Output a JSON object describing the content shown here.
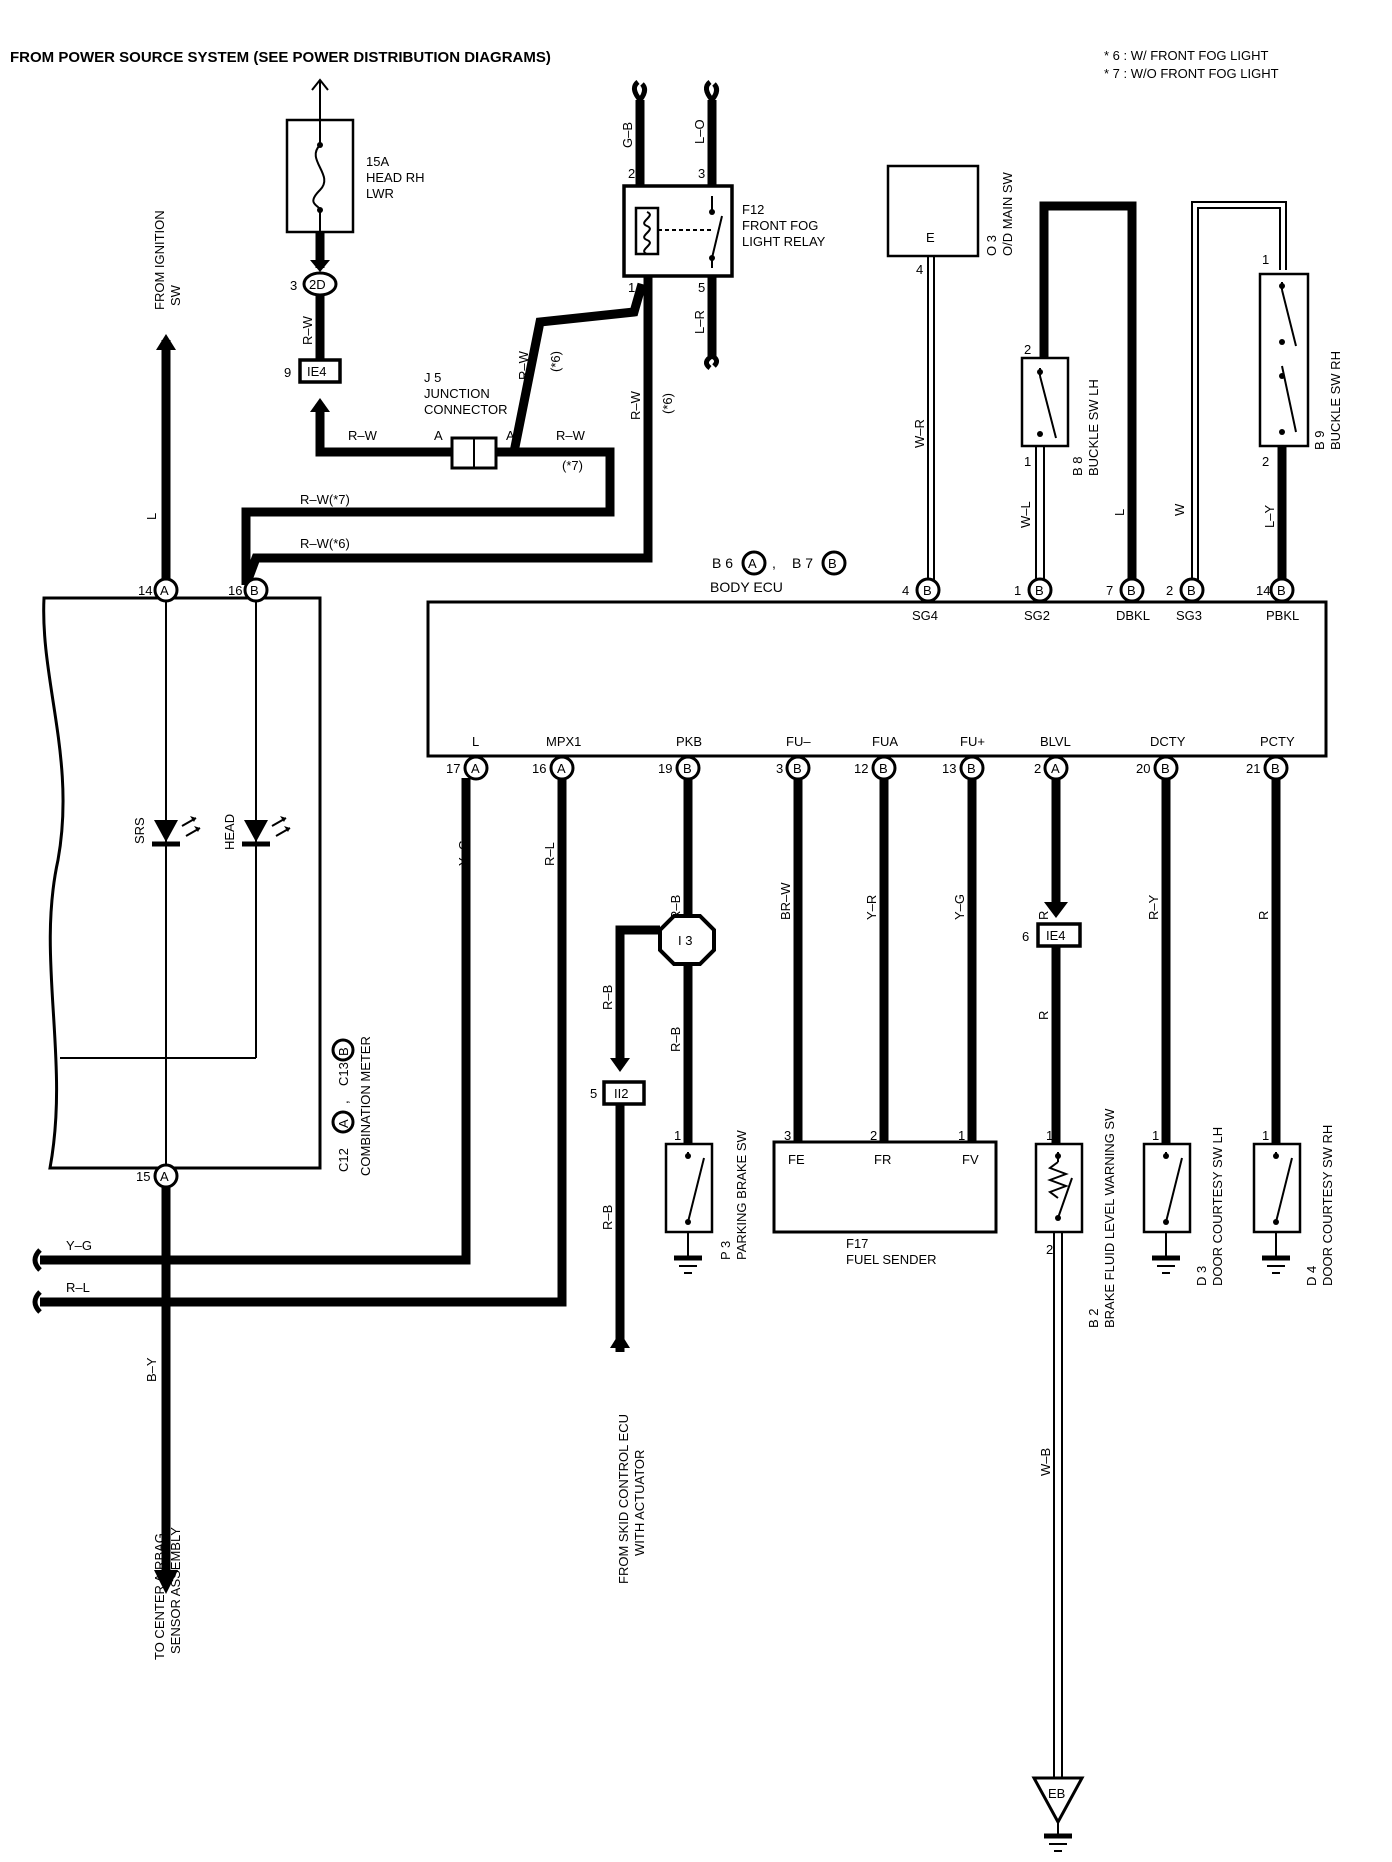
{
  "header": {
    "title": "FROM POWER SOURCE SYSTEM (SEE POWER DISTRIBUTION DIAGRAMS)",
    "note_6": "* 6 : W/ FRONT FOG LIGHT",
    "note_7": "* 7 : W/O FRONT FOG LIGHT"
  },
  "fuse": {
    "l1": "15A",
    "l2": "HEAD RH",
    "l3": "LWR"
  },
  "relay": {
    "l1": "F12",
    "l2": "FRONT FOG",
    "l3": "LIGHT RELAY",
    "p2": "2",
    "p3": "3",
    "p1": "1",
    "p5": "5",
    "wire_gb": "G–B",
    "wire_lo": "L–O",
    "wire_lr": "L–R"
  },
  "ignition": {
    "l1": "FROM IGNITION",
    "l2": "SW",
    "wire": "L"
  },
  "conn_2d": {
    "pin": "3",
    "label": "2D"
  },
  "conn_ie4_top": {
    "pin": "9",
    "label": "IE4"
  },
  "jc": {
    "l1": "J 5",
    "l2": "JUNCTION",
    "l3": "CONNECTOR",
    "pa": "A",
    "pb": "A"
  },
  "wires_top": {
    "rw_vert": "R–W",
    "rw_left": "R–W",
    "rw_right": "R–W",
    "rw_star7": "(*7)",
    "rw_relay": "R–W",
    "rw_relay_star": "(*6)",
    "rw_main": "R–W",
    "rw_main_star": "(*6)",
    "rw7": "R–W(*7)",
    "rw6": "R–W(*6)"
  },
  "od_sw": {
    "box": "E",
    "l1": "O 3",
    "l2": "O/D MAIN SW",
    "pin": "4",
    "wire": "W–R"
  },
  "buckle_lh": {
    "l1": "B 8",
    "l2": "BUCKLE SW LH",
    "p2": "2",
    "p1": "1",
    "wire_wl": "W–L",
    "wire_l": "L"
  },
  "buckle_rh": {
    "l1": "B 9",
    "l2": "BUCKLE SW RH",
    "p1": "1",
    "p2": "2",
    "wire_w": "W",
    "wire_ly": "L–Y"
  },
  "body_ecu": {
    "title_b6": "B 6",
    "title_a": "A",
    "comma": ",",
    "title_b7": "B 7",
    "title_b": "B",
    "name": "BODY ECU",
    "top_pins": [
      {
        "num": "4",
        "conn": "B",
        "label": "SG4"
      },
      {
        "num": "1",
        "conn": "B",
        "label": "SG2"
      },
      {
        "num": "7",
        "conn": "B",
        "label": "DBKL"
      },
      {
        "num": "2",
        "conn": "B",
        "label": "SG3"
      },
      {
        "num": "14",
        "conn": "B",
        "label": "PBKL"
      }
    ],
    "bottom_pins": [
      {
        "num": "17",
        "conn": "A",
        "label": "L",
        "wire": "Y–G"
      },
      {
        "num": "16",
        "conn": "A",
        "label": "MPX1",
        "wire": "R–L"
      },
      {
        "num": "19",
        "conn": "B",
        "label": "PKB",
        "wire": "R–B"
      },
      {
        "num": "3",
        "conn": "B",
        "label": "FU–",
        "wire": "BR–W"
      },
      {
        "num": "12",
        "conn": "B",
        "label": "FUA",
        "wire": "Y–R"
      },
      {
        "num": "13",
        "conn": "B",
        "label": "FU+",
        "wire": "Y–G"
      },
      {
        "num": "2",
        "conn": "A",
        "label": "BLVL",
        "wire": "R"
      },
      {
        "num": "20",
        "conn": "B",
        "label": "DCTY",
        "wire": "R–Y"
      },
      {
        "num": "21",
        "conn": "B",
        "label": "PCTY",
        "wire": "R"
      }
    ]
  },
  "meter": {
    "pin14": "14",
    "conn14": "A",
    "pin16": "16",
    "conn16": "B",
    "pin15": "15",
    "conn15": "A",
    "led_srs": "SRS",
    "led_head": "HEAD",
    "c12": "C12",
    "c12_conn": "A",
    "comma": ",",
    "c13": "C13",
    "c13_conn": "B",
    "name": "COMBINATION METER",
    "wire_by": "B–Y"
  },
  "bus": {
    "yg": "Y–G",
    "rl": "R–L"
  },
  "airbag": {
    "l1": "TO CENTER AIRBAG",
    "l2": "SENSOR ASSEMBLY"
  },
  "skid": {
    "l1": "FROM SKID CONTROL ECU",
    "l2": "WITH ACTUATOR",
    "wire_rb1": "R–B",
    "wire_rb2": "R–B",
    "wire_rb3": "R–B"
  },
  "i13": {
    "label": "I 3"
  },
  "ii2": {
    "pin": "5",
    "label": "II2"
  },
  "parking": {
    "l1": "P 3",
    "l2": "PARKING BRAKE SW",
    "pin": "1"
  },
  "fuel": {
    "l1": "F17",
    "l2": "FUEL SENDER",
    "pins": [
      {
        "num": "3",
        "label": "FE"
      },
      {
        "num": "2",
        "label": "FR"
      },
      {
        "num": "1",
        "label": "FV"
      }
    ]
  },
  "ie4_low": {
    "pin": "6",
    "label": "IE4",
    "wire_r": "R"
  },
  "brake_fluid": {
    "l1": "B 2",
    "l2": "BRAKE FLUID LEVEL WARNING SW",
    "p1": "1",
    "p2": "2",
    "wire": "W–B"
  },
  "door_lh": {
    "l1": "D 3",
    "l2": "DOOR COURTESY SW LH",
    "pin": "1"
  },
  "door_rh": {
    "l1": "D 4",
    "l2": "DOOR COURTESY SW RH",
    "pin": "1"
  },
  "ground": {
    "label": "EB"
  }
}
